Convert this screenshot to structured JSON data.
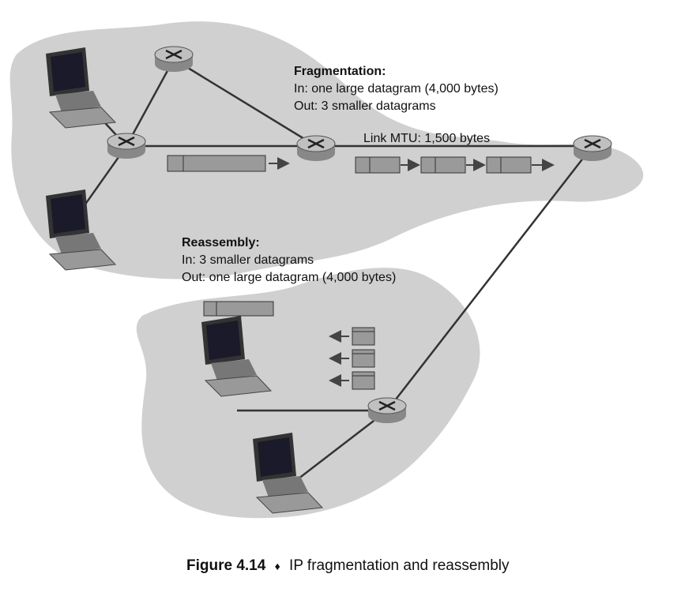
{
  "fragmentation": {
    "title": "Fragmentation:",
    "line_in": "In: one large datagram (4,000 bytes)",
    "line_out": "Out: 3 smaller datagrams"
  },
  "link_mtu": "Link MTU: 1,500 bytes",
  "reassembly": {
    "title": "Reassembly:",
    "line_in": "In: 3 smaller datagrams",
    "line_out": "Out: one large datagram (4,000 bytes)"
  },
  "caption": {
    "figure_number": "Figure 4.14",
    "separator": "♦",
    "text": "IP fragmentation and reassembly"
  },
  "colors": {
    "cloud": "#d0d0d0",
    "router": "#b0b0b0",
    "datagram": "#9a9a9a",
    "screen": "#1a1a2a"
  },
  "icons": [
    "router-icon",
    "desktop-computer-icon",
    "datagram-box"
  ]
}
